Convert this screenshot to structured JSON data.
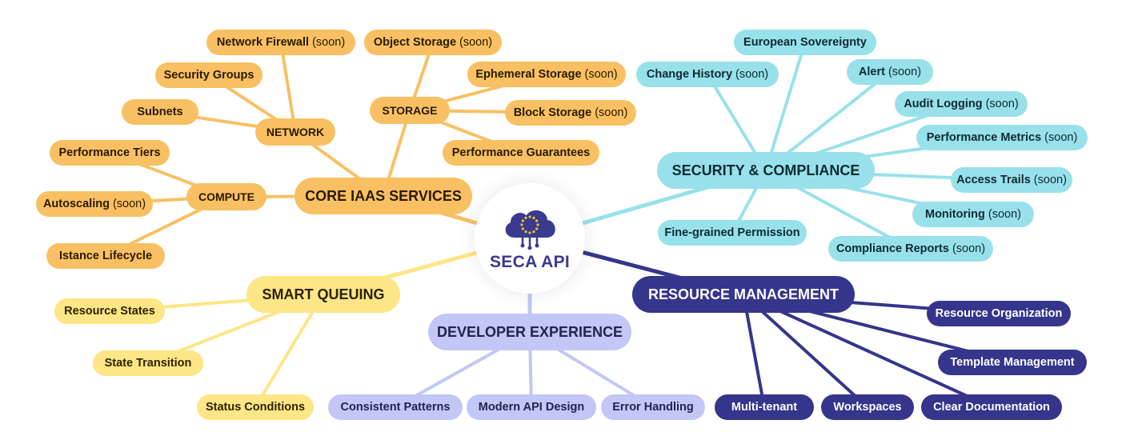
{
  "center": {
    "title": "SECA API",
    "icon": "cloud-eu-stars-icon",
    "color": "#3a3a8f"
  },
  "colors": {
    "core": "#f8c063",
    "security": "#98e1ea",
    "resource": "#34358b",
    "developer": "#c2c7f6",
    "queuing": "#fee585"
  },
  "branches": {
    "core": {
      "label": "CORE IAAS SERVICES",
      "groups": {
        "storage": {
          "label": "STORAGE",
          "items": [
            {
              "label": "Object Storage",
              "soon": "(soon)"
            },
            {
              "label": "Ephemeral Storage",
              "soon": "(soon)"
            },
            {
              "label": "Block Storage",
              "soon": "(soon)"
            },
            {
              "label": "Performance Guarantees",
              "soon": ""
            }
          ]
        },
        "network": {
          "label": "NETWORK",
          "items": [
            {
              "label": "Network Firewall",
              "soon": "(soon)"
            },
            {
              "label": "Security Groups",
              "soon": ""
            },
            {
              "label": "Subnets",
              "soon": ""
            }
          ]
        },
        "compute": {
          "label": "COMPUTE",
          "items": [
            {
              "label": "Performance Tiers",
              "soon": ""
            },
            {
              "label": "Autoscaling",
              "soon": "(soon)"
            },
            {
              "label": "Istance Lifecycle",
              "soon": ""
            }
          ]
        }
      }
    },
    "security": {
      "label": "SECURITY & COMPLIANCE",
      "items": [
        {
          "label": "European Sovereignty",
          "soon": ""
        },
        {
          "label": "Change History",
          "soon": "(soon)"
        },
        {
          "label": "Alert",
          "soon": "(soon)"
        },
        {
          "label": "Audit Logging",
          "soon": "(soon)"
        },
        {
          "label": "Performance Metrics",
          "soon": "(soon)"
        },
        {
          "label": "Access Trails",
          "soon": "(soon)"
        },
        {
          "label": "Monitoring",
          "soon": "(soon)"
        },
        {
          "label": "Compliance Reports",
          "soon": "(soon)"
        },
        {
          "label": "Fine-grained Permission",
          "soon": ""
        }
      ]
    },
    "resource": {
      "label": "RESOURCE MANAGEMENT",
      "items": [
        {
          "label": "Resource Organization",
          "soon": ""
        },
        {
          "label": "Template Management",
          "soon": ""
        },
        {
          "label": "Clear Documentation",
          "soon": ""
        },
        {
          "label": "Workspaces",
          "soon": ""
        },
        {
          "label": "Multi-tenant",
          "soon": ""
        }
      ]
    },
    "developer": {
      "label": "DEVELOPER EXPERIENCE",
      "items": [
        {
          "label": "Consistent Patterns",
          "soon": ""
        },
        {
          "label": "Modern API Design",
          "soon": ""
        },
        {
          "label": "Error Handling",
          "soon": ""
        }
      ]
    },
    "queuing": {
      "label": "SMART QUEUING",
      "items": [
        {
          "label": "Resource States",
          "soon": ""
        },
        {
          "label": "State Transition",
          "soon": ""
        },
        {
          "label": "Status Conditions",
          "soon": ""
        }
      ]
    }
  }
}
